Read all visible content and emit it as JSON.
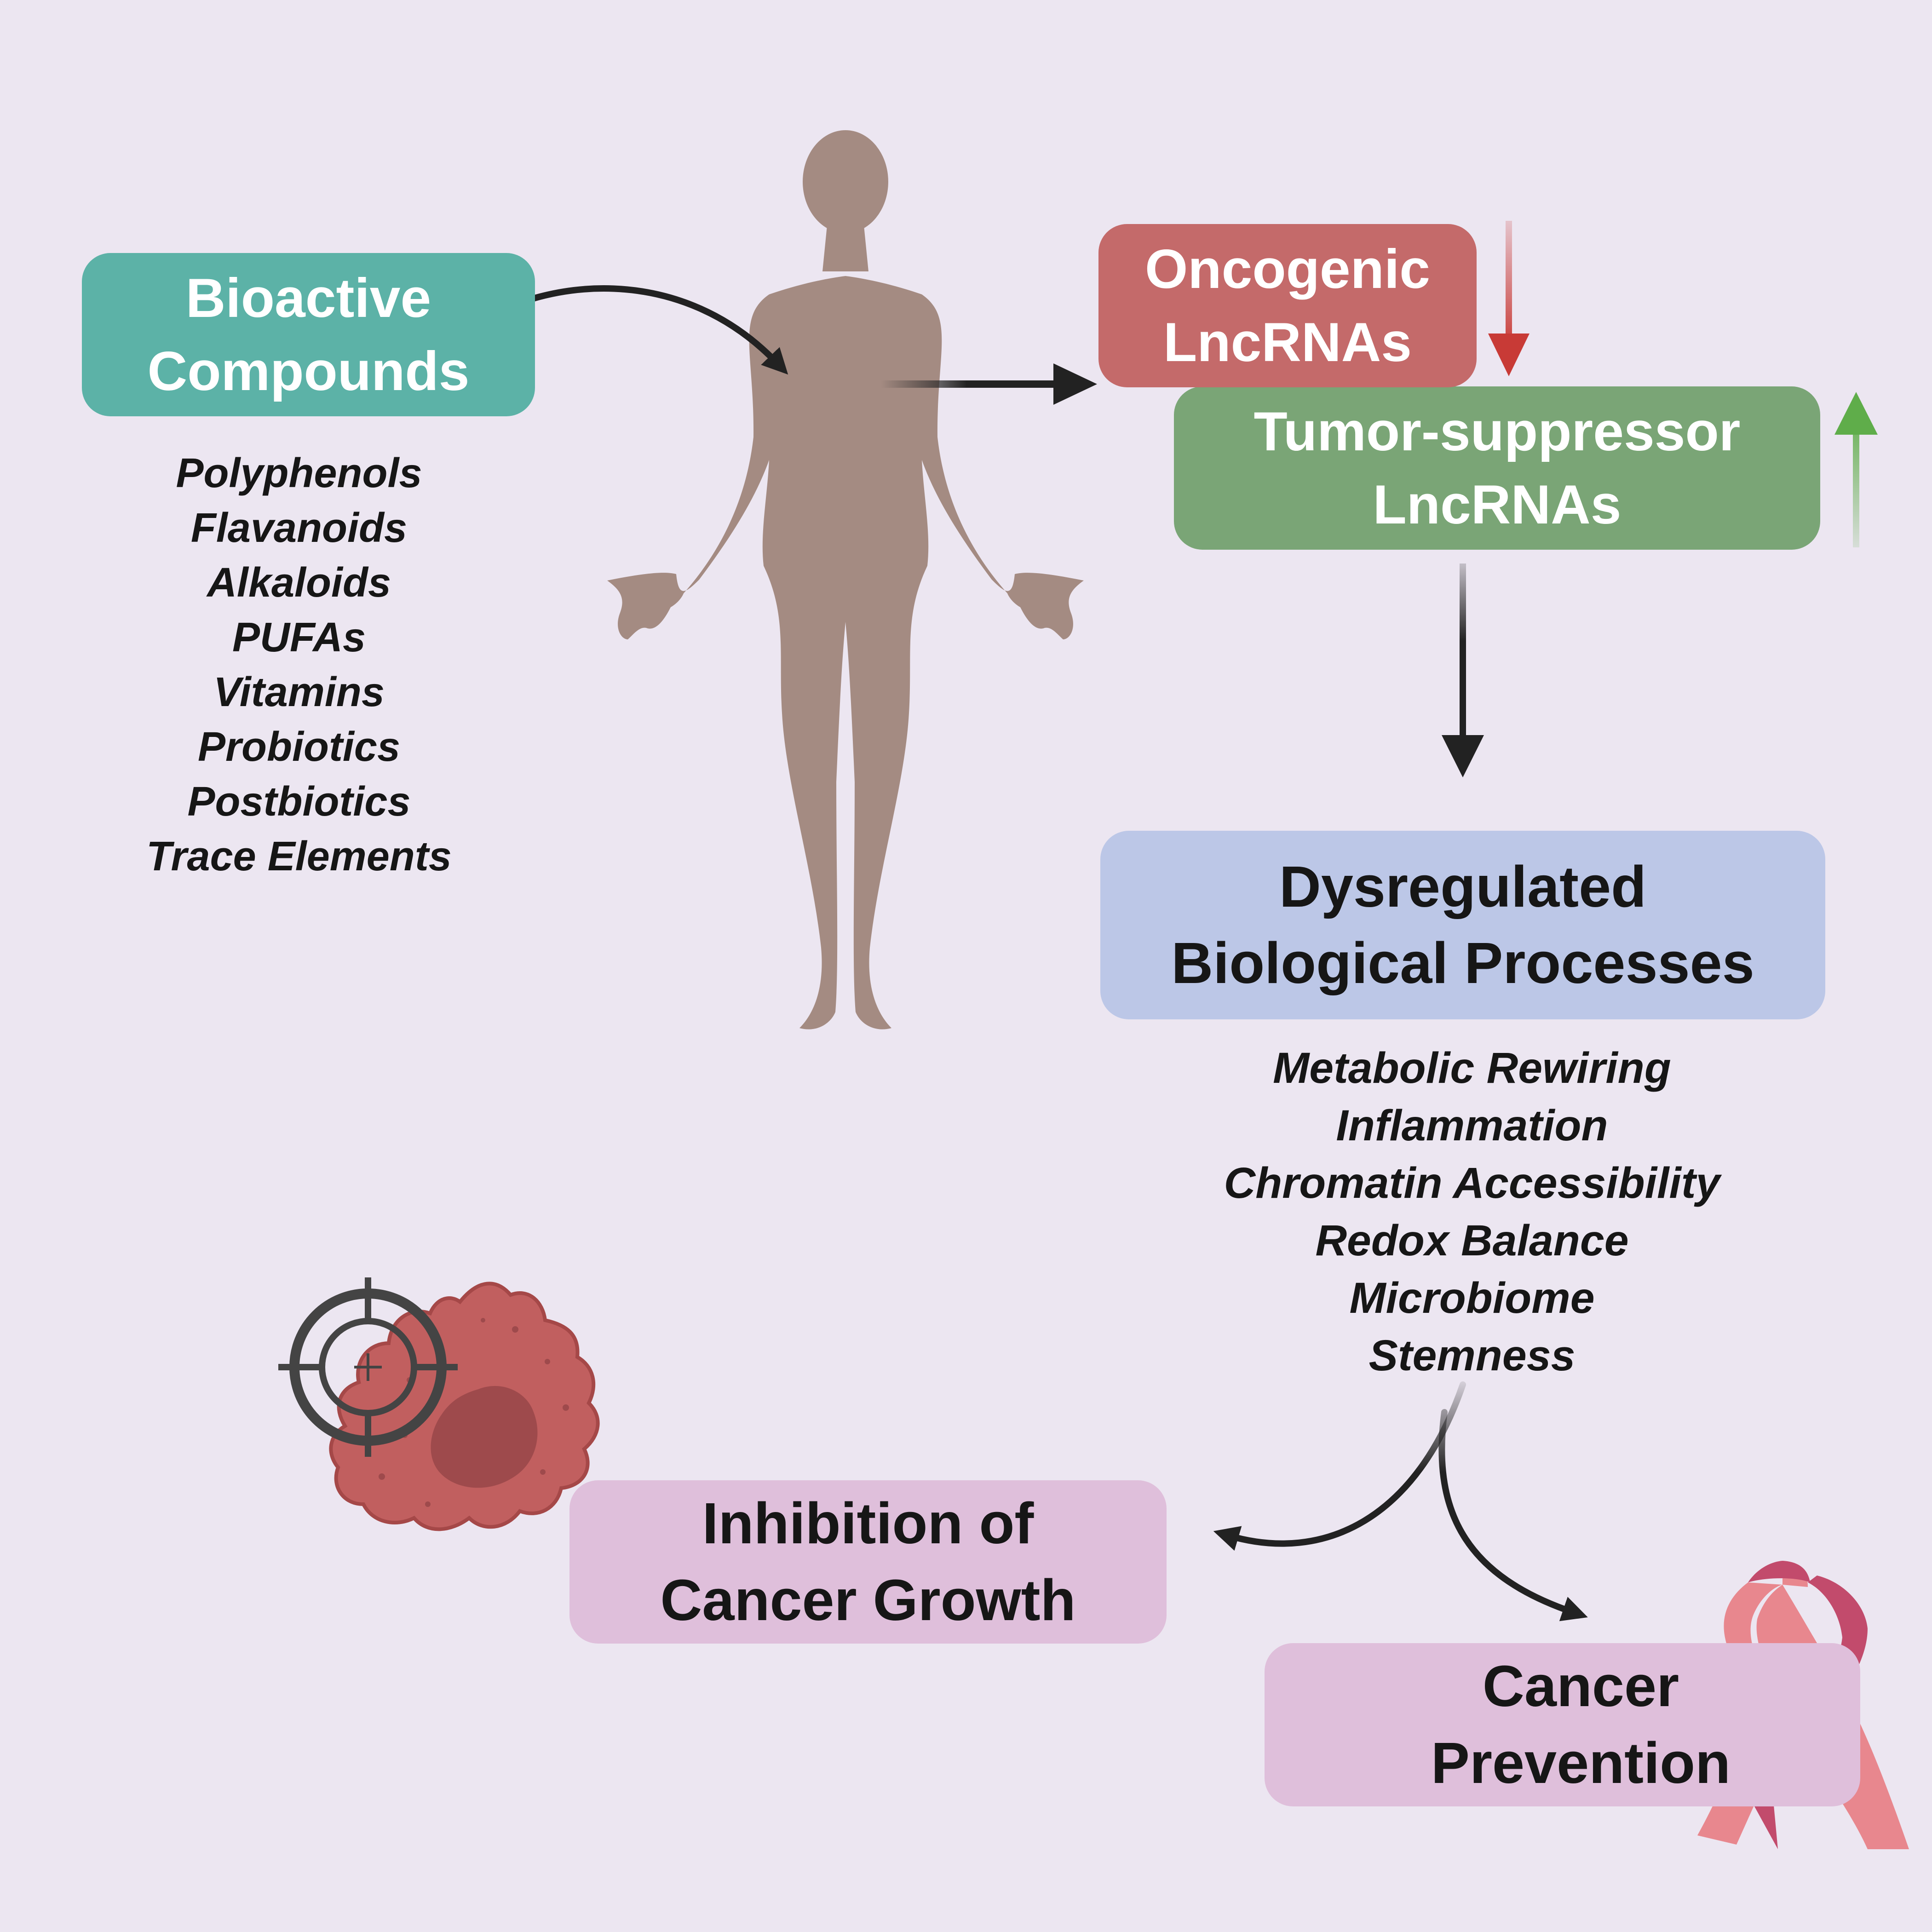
{
  "colors": {
    "background": "#ece6f1",
    "bioactive_box": "#5cb2a7",
    "oncogenic_box": "#c46a6a",
    "tumor_suppressor_box": "#7aa576",
    "dysregulated_box": "#bcc7e7",
    "outcome_box": "#dfbfdb",
    "human_silhouette": "#a48b82",
    "down_arrow": "#c83a36",
    "up_arrow": "#5fad4a",
    "flow_arrow": "#222222",
    "cancer_cell": "#c15f5f",
    "cancer_nucleus": "#9e4a4c",
    "ribbon_light": "#e8878e",
    "ribbon_dark": "#c24b6c",
    "target_ring": "#444444"
  },
  "bioactive": {
    "lines": [
      "Bioactive",
      "Compounds"
    ]
  },
  "compounds": [
    "Polyphenols",
    "Flavanoids",
    "Alkaloids",
    "PUFAs",
    "Vitamins",
    "Probiotics",
    "Postbiotics",
    "Trace Elements"
  ],
  "oncogenic": {
    "lines": [
      "Oncogenic",
      "LncRNAs"
    ],
    "direction": "down"
  },
  "tumor_suppressor": {
    "lines": [
      "Tumor-suppressor",
      "LncRNAs"
    ],
    "direction": "up"
  },
  "dysregulated": {
    "lines": [
      "Dysregulated",
      "Biological Processes"
    ]
  },
  "processes": [
    "Metabolic Rewiring",
    "Inflammation",
    "Chromatin Accessibility",
    "Redox Balance",
    "Microbiome",
    "Stemness"
  ],
  "inhibition": {
    "lines": [
      "Inhibition of",
      "Cancer Growth"
    ]
  },
  "prevention": {
    "lines": [
      "Cancer",
      "Prevention"
    ]
  },
  "icons": {
    "human": "human-silhouette-icon",
    "cancer_cell": "cancer-cell-icon",
    "target": "target-crosshair-icon",
    "ribbon": "awareness-ribbon-icon"
  }
}
